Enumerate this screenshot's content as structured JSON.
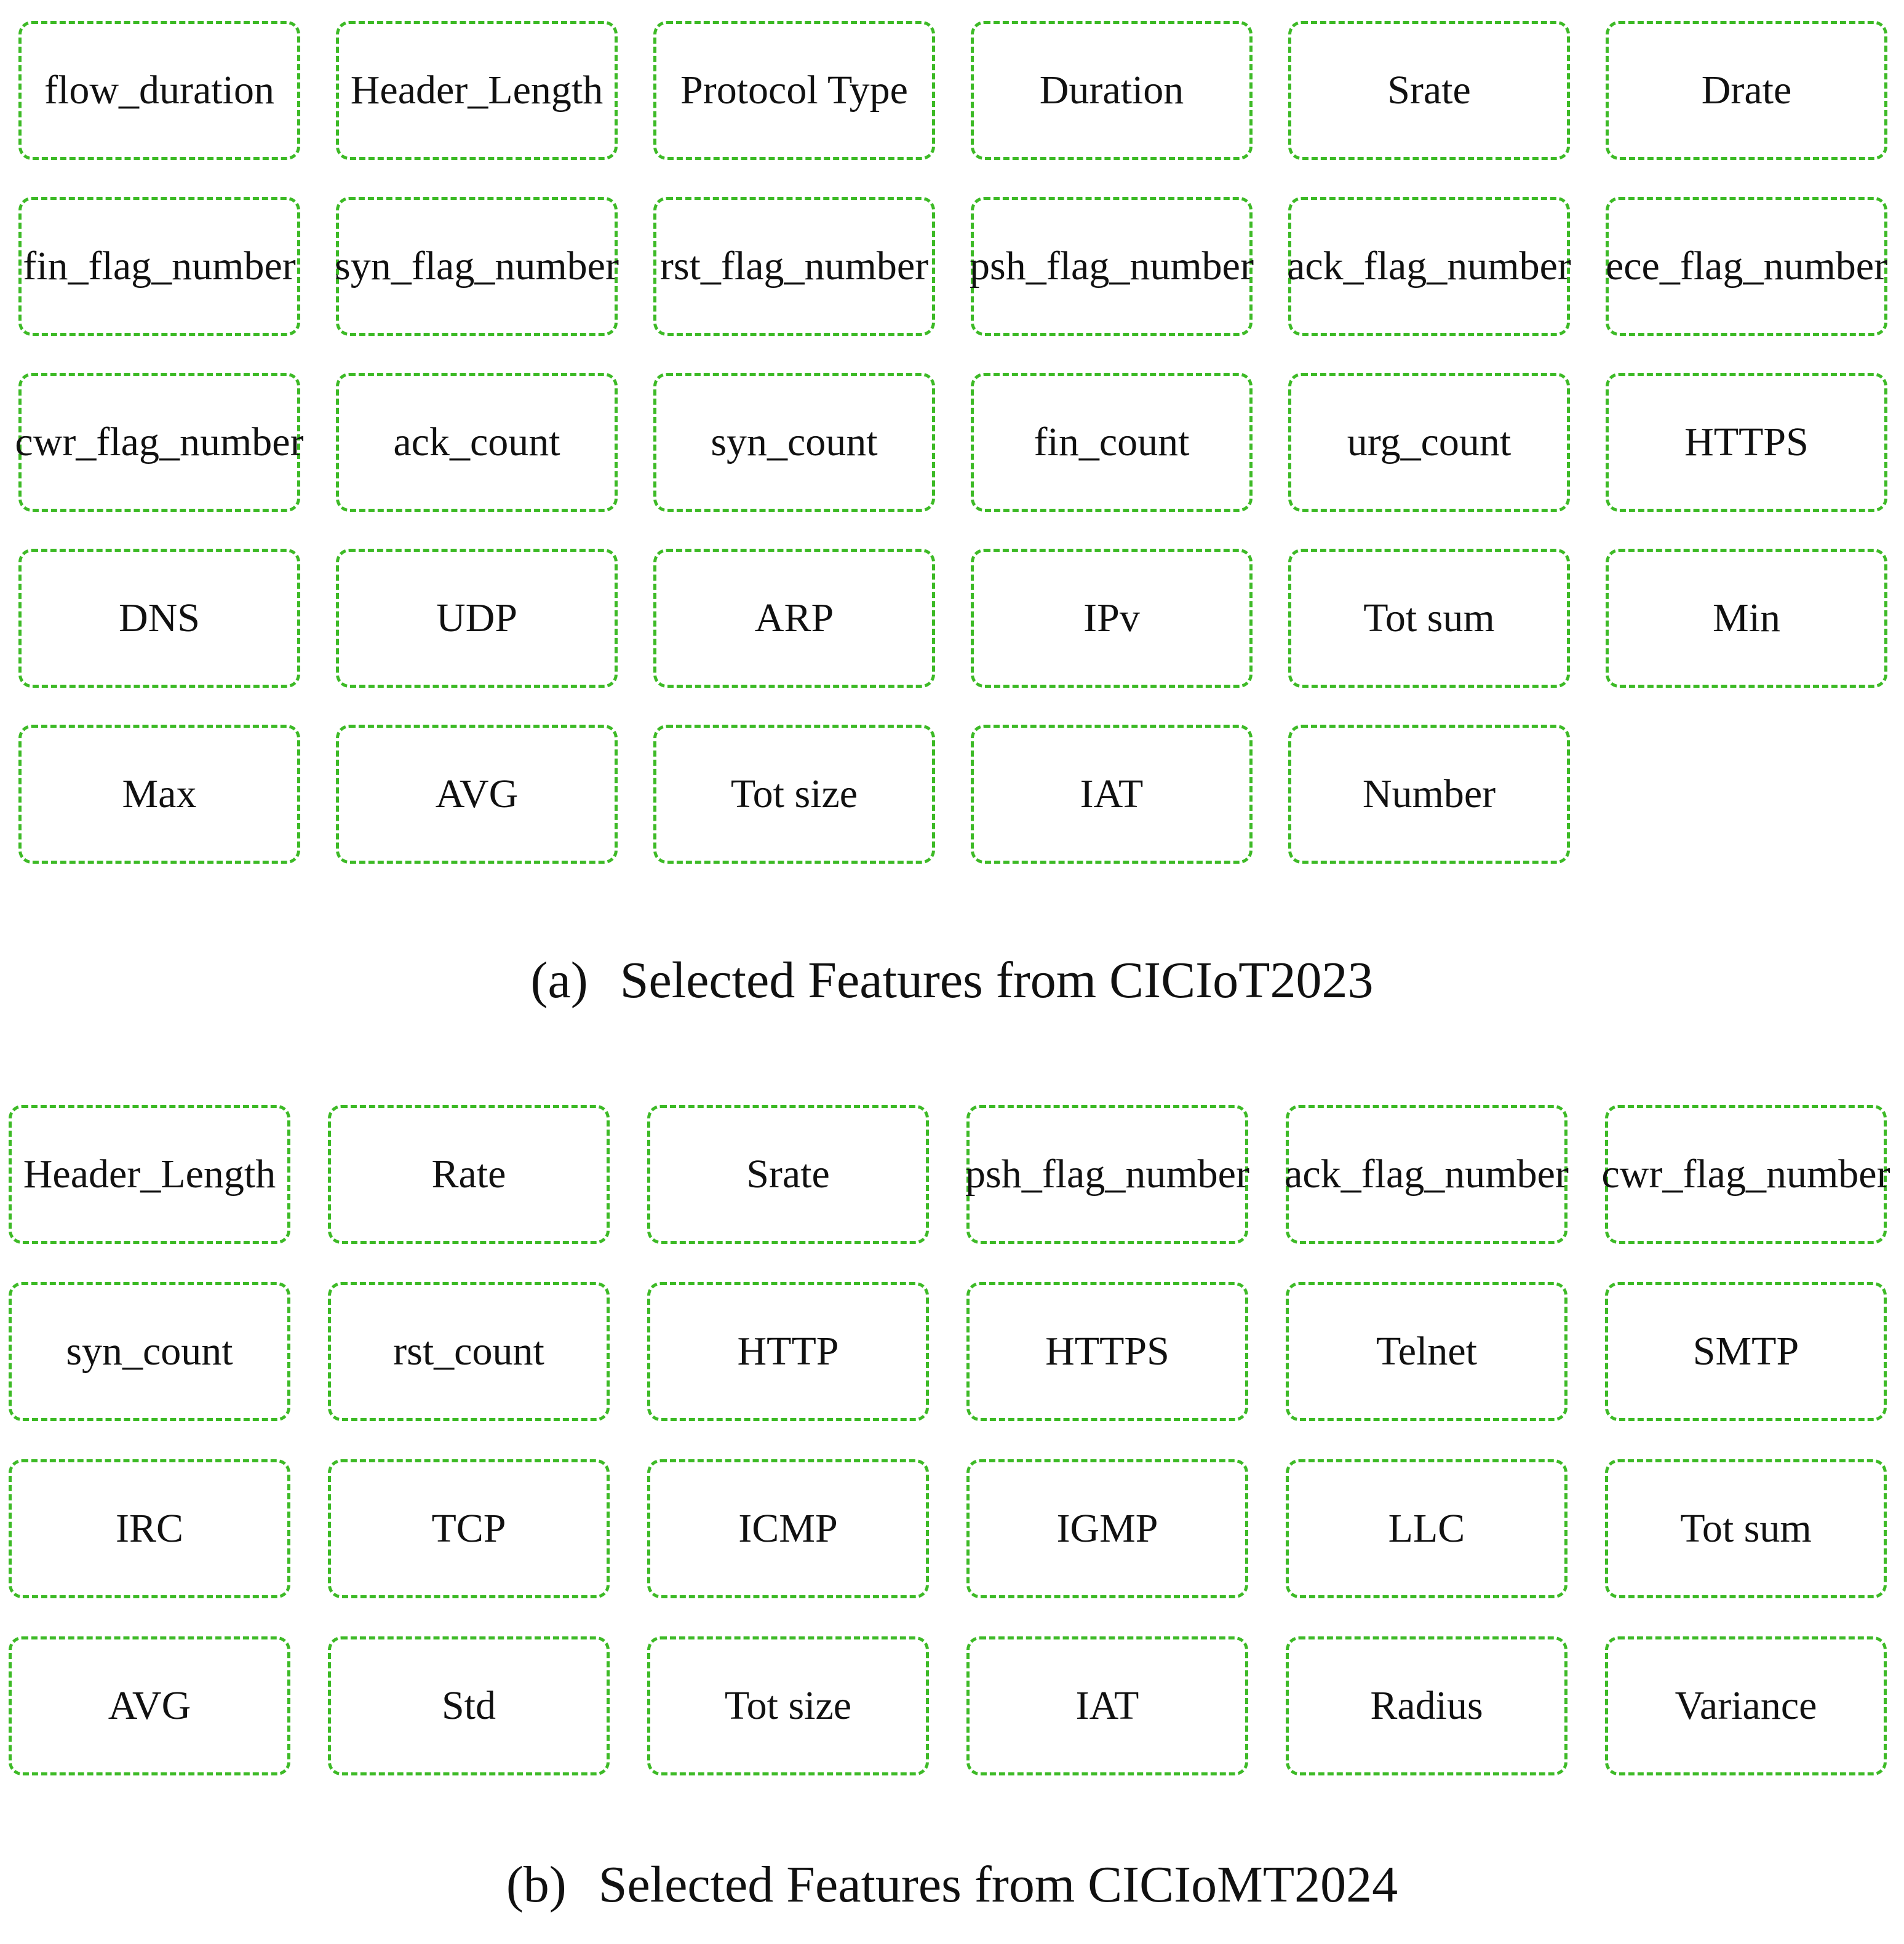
{
  "panel_a": {
    "tag": "(a)",
    "caption": "Selected Features from CICIoT2023",
    "features": [
      "flow_duration",
      "Header_Length",
      "Protocol Type",
      "Duration",
      "Srate",
      "Drate",
      "fin_flag_number",
      "syn_flag_number",
      "rst_flag_number",
      "psh_flag_number",
      "ack_flag_number",
      "ece_flag_number",
      "cwr_flag_number",
      "ack_count",
      "syn_count",
      "fin_count",
      "urg_count",
      "HTTPS",
      "DNS",
      "UDP",
      "ARP",
      "IPv",
      "Tot sum",
      "Min",
      "Max",
      "AVG",
      "Tot size",
      "IAT",
      "Number"
    ]
  },
  "panel_b": {
    "tag": "(b)",
    "caption": "Selected Features from CICIoMT2024",
    "features": [
      "Header_Length",
      "Rate",
      "Srate",
      "psh_flag_number",
      "ack_flag_number",
      "cwr_flag_number",
      "syn_count",
      "rst_count",
      "HTTP",
      "HTTPS",
      "Telnet",
      "SMTP",
      "IRC",
      "TCP",
      "ICMP",
      "IGMP",
      "LLC",
      "Tot sum",
      "AVG",
      "Std",
      "Tot size",
      "IAT",
      "Radius",
      "Variance"
    ]
  },
  "colors": {
    "box_border": "#3dba26",
    "text": "#111111",
    "background": "#ffffff"
  }
}
